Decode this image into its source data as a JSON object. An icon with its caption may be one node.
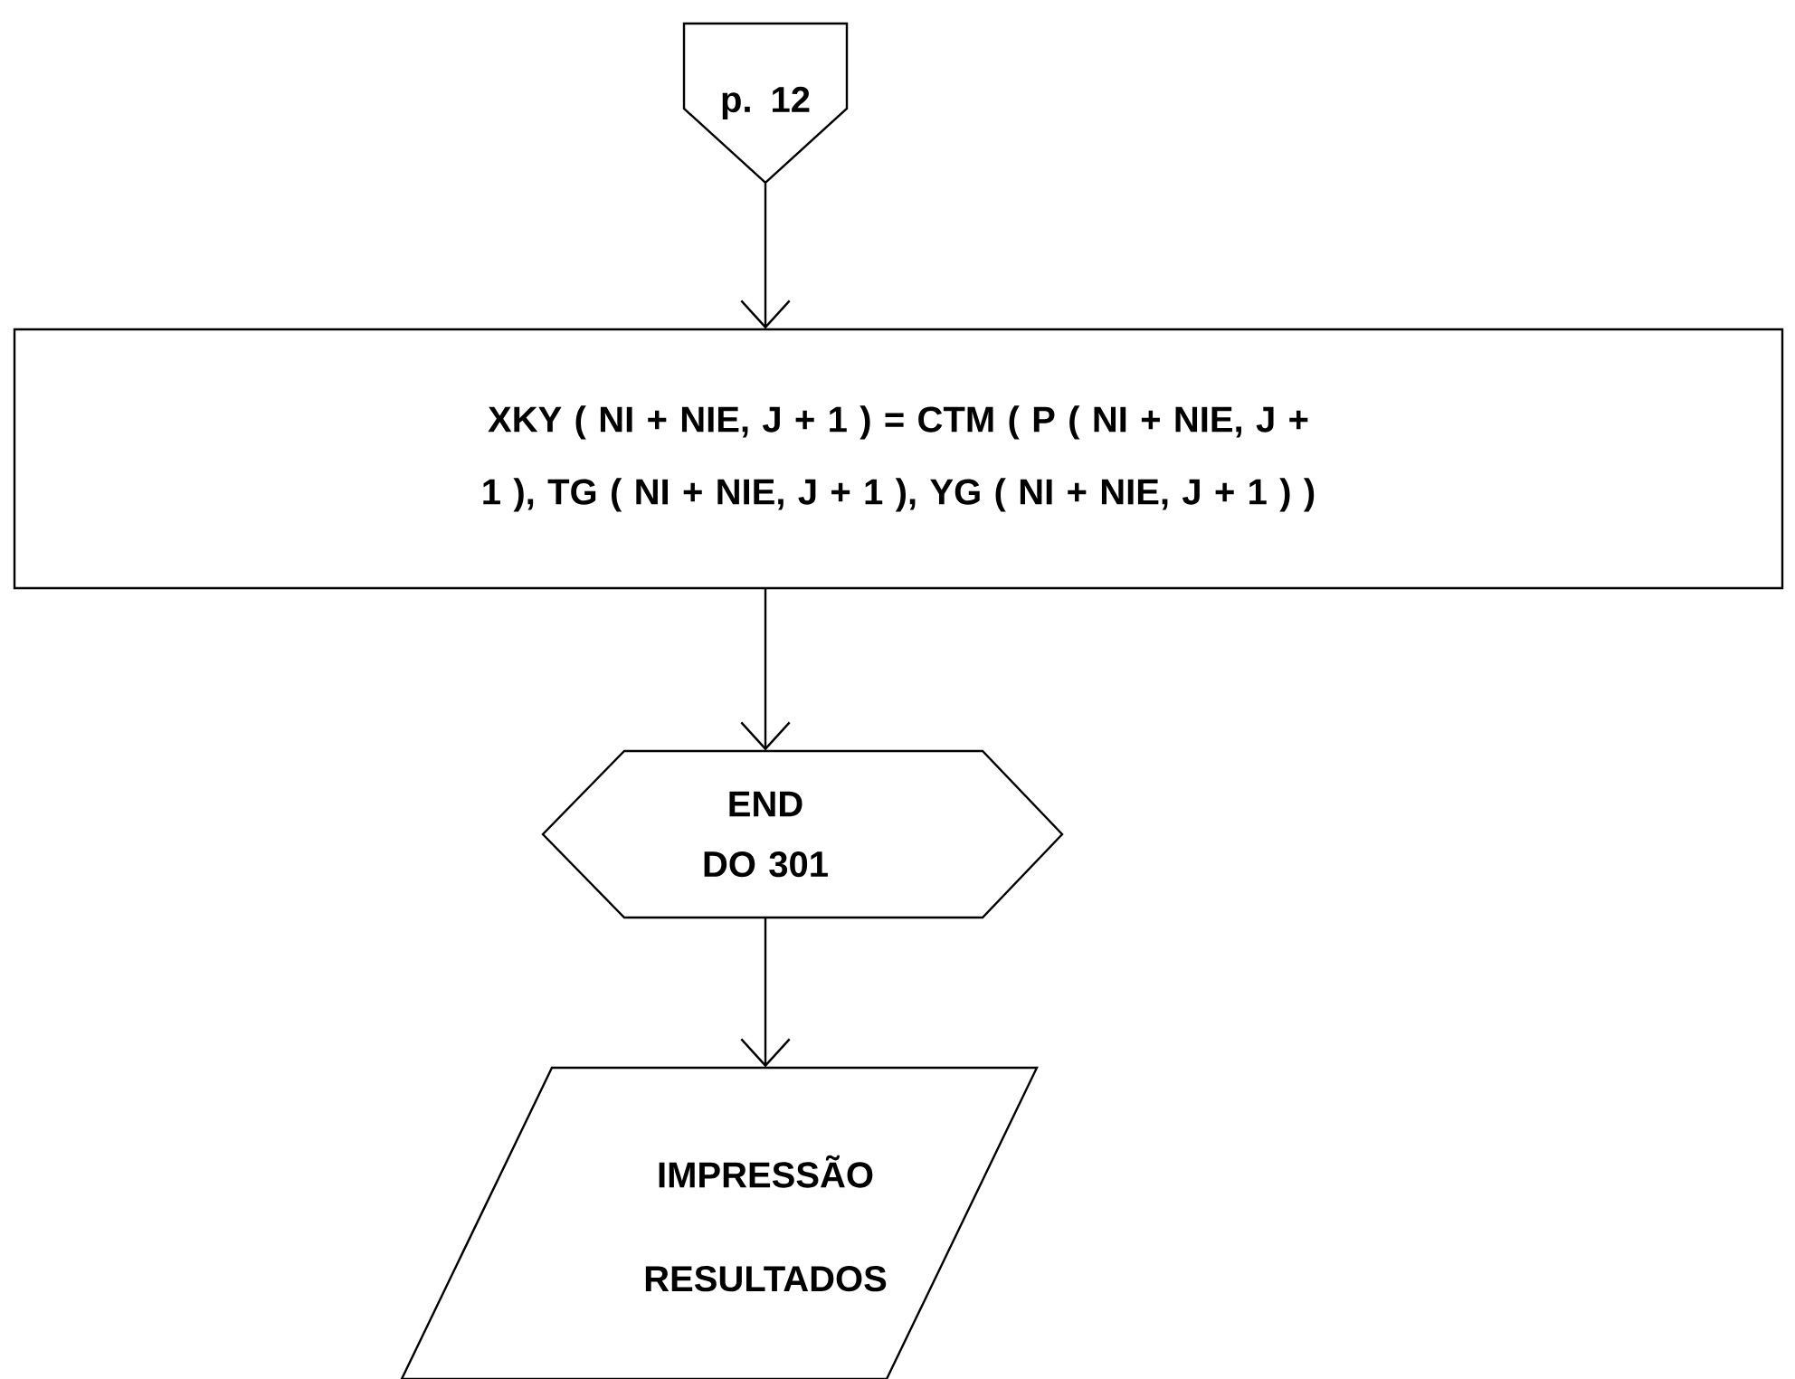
{
  "diagram": {
    "nodes": [
      {
        "text": [
          "p. 12"
        ]
      },
      {
        "text": [
          "XKY ( NI + NIE, J + 1 ) = CTM ( P ( NI + NIE, J + 1 ), TG ( NI + NIE, J + 1 ), YG ( NI + NIE, J + 1 ) )"
        ]
      },
      {
        "text": [
          "END DO 301"
        ]
      },
      {
        "text": [
          "IMPRESSÃO RESULTADOS"
        ]
      }
    ],
    "edges": [
      {
        "from": 0,
        "to": 1,
        "arrow": "to"
      },
      {
        "from": 1,
        "to": 2,
        "arrow": "to"
      },
      {
        "from": 2,
        "to": 3,
        "arrow": "to"
      }
    ]
  }
}
